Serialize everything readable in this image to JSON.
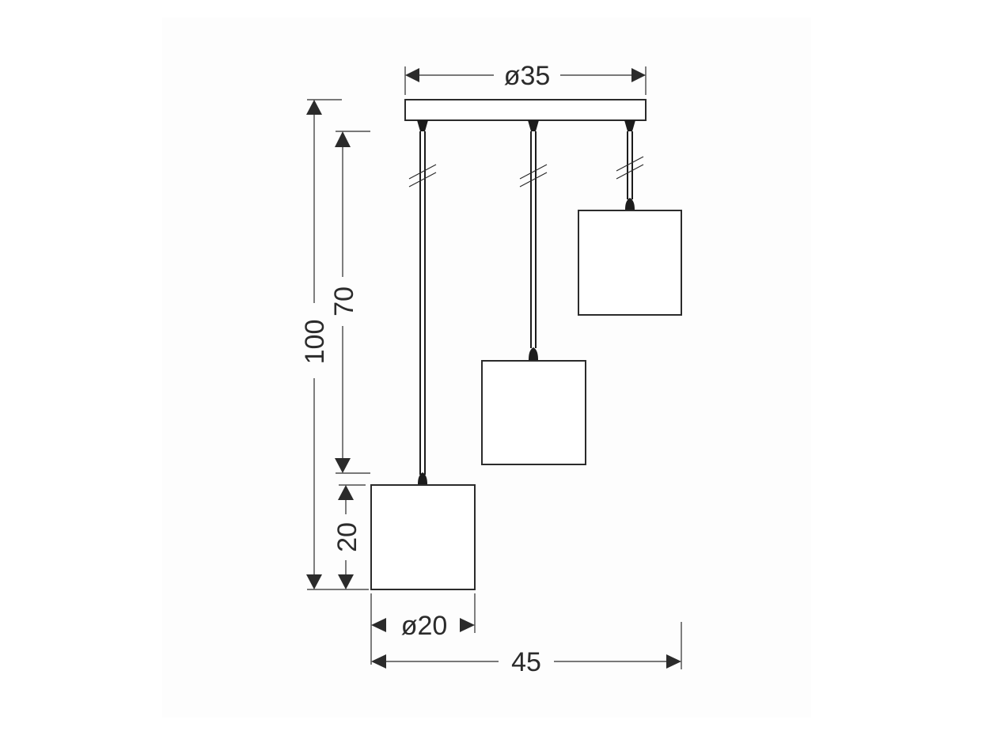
{
  "diagram": {
    "dimensions": {
      "canopy_diameter": "ø35",
      "total_height": "100",
      "cable_length": "70",
      "shade_height": "20",
      "shade_diameter": "ø20",
      "total_width": "45"
    },
    "pendant_count": 3,
    "colors": {
      "line": "#2b2b2b",
      "background": "#ffffff"
    }
  }
}
